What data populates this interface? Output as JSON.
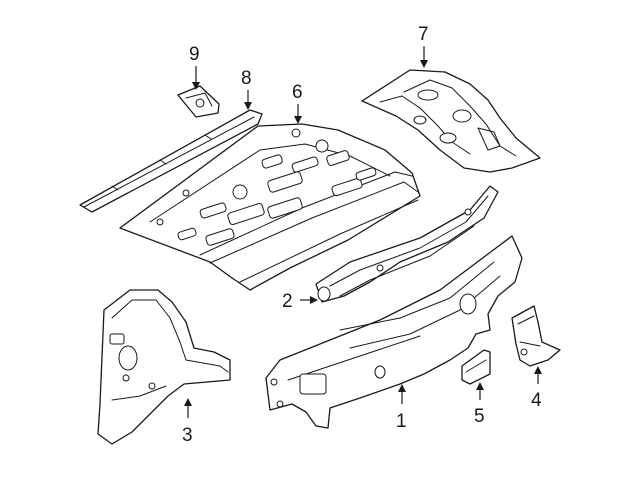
{
  "callouts": {
    "c1": "1",
    "c2": "2",
    "c3": "3",
    "c4": "4",
    "c5": "5",
    "c6": "6",
    "c7": "7",
    "c8": "8",
    "c9": "9"
  },
  "style": {
    "line_color": "#1a1a1a",
    "background": "#ffffff"
  }
}
